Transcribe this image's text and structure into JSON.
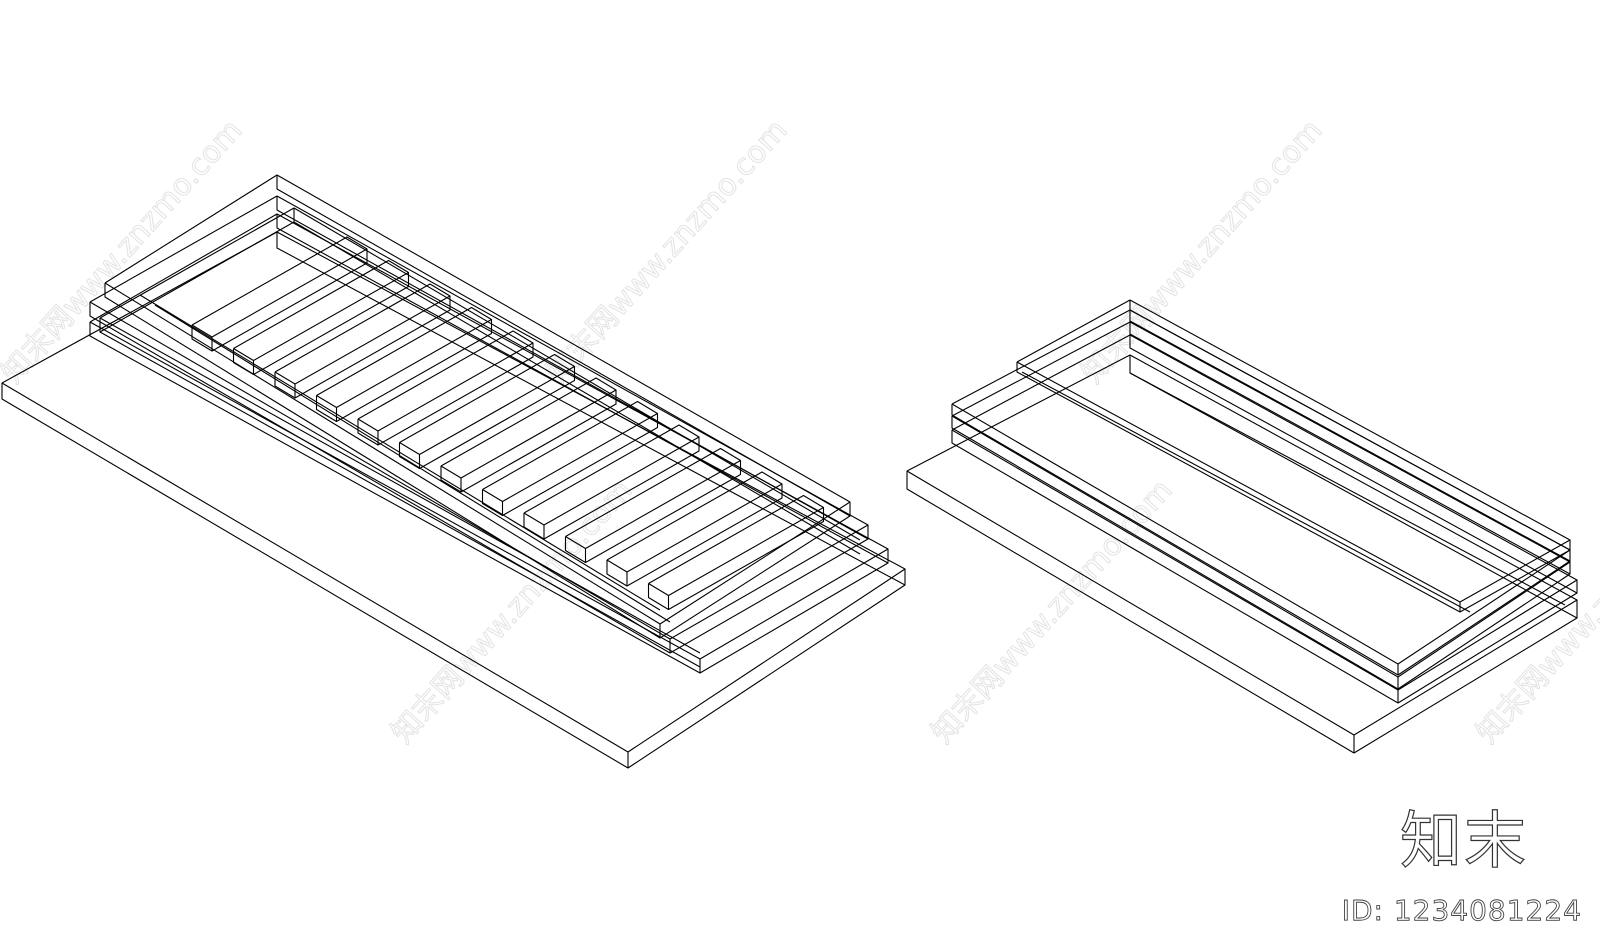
{
  "watermark": {
    "text": "知末网www.znzmo.com",
    "color": "#e3e3e3"
  },
  "brand": {
    "logo_text": "知末",
    "image_id": "ID: 1234081224"
  },
  "drawing": {
    "views": [
      {
        "name": "Stair wireframe (left)",
        "treads": 12
      },
      {
        "name": "Stacked slab wireframe (right)",
        "layers": 5
      }
    ],
    "line_color": "#000000"
  }
}
